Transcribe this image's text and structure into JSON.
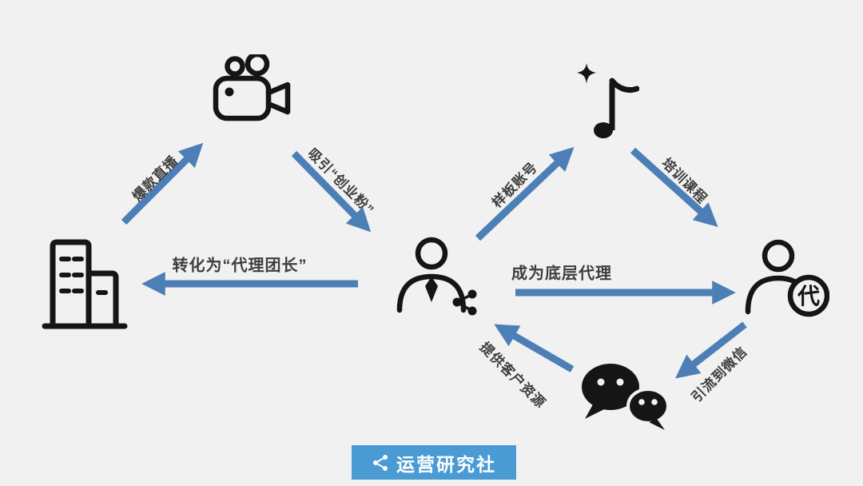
{
  "colors": {
    "bg": "#f1f1f2",
    "arrow": "#4d7fb7",
    "label": "#3d3d3d",
    "ink": "#151515",
    "brand": "#4a9ad4"
  },
  "nodes": {
    "camera": {
      "icon": "video-camera-icon"
    },
    "company": {
      "icon": "building-icon"
    },
    "host": {
      "icon": "person-with-tie-and-share-icon"
    },
    "tiktok": {
      "icon": "tiktok-music-note-icon"
    },
    "agent": {
      "icon": "person-agent-icon",
      "badge": "代"
    },
    "wechat": {
      "icon": "wechat-chat-bubbles-icon"
    }
  },
  "edges": [
    {
      "from": "company",
      "to": "camera",
      "label": "爆款直播"
    },
    {
      "from": "camera",
      "to": "host",
      "label": "吸引“创业粉”"
    },
    {
      "from": "host",
      "to": "company",
      "label": "转化为“代理团长”"
    },
    {
      "from": "host",
      "to": "tiktok",
      "label": "样板账号"
    },
    {
      "from": "tiktok",
      "to": "agent",
      "label": "培训课程"
    },
    {
      "from": "host",
      "to": "agent",
      "label": "成为底层代理"
    },
    {
      "from": "agent",
      "to": "wechat",
      "label": "引流到微信"
    },
    {
      "from": "wechat",
      "to": "host",
      "label": "提供客户资源"
    }
  ],
  "footer": {
    "logo_text": "运营研究社"
  }
}
